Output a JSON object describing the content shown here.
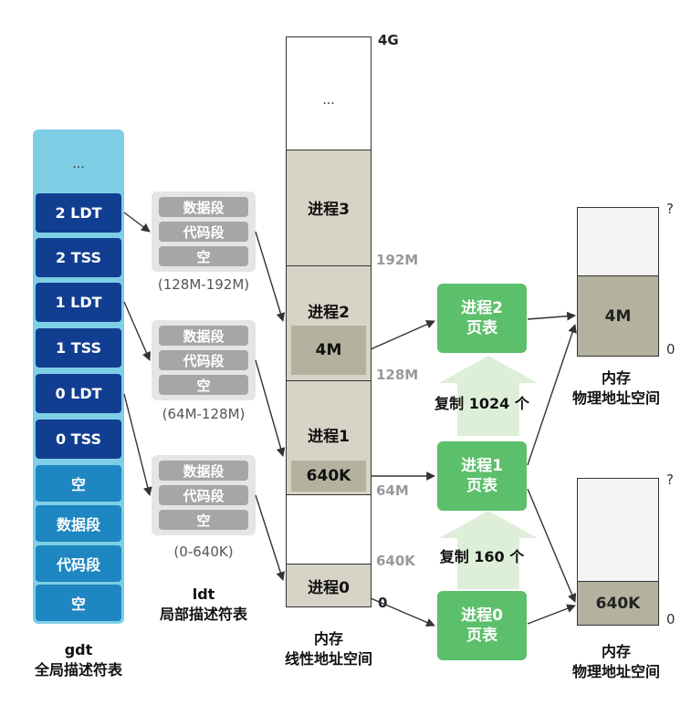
{
  "gdt": {
    "rows": [
      "...",
      "2 LDT",
      "2 TSS",
      "1 LDT",
      "1 TSS",
      "0 LDT",
      "0 TSS",
      "空",
      "数据段",
      "代码段",
      "空"
    ],
    "caption_line1": "gdt",
    "caption_line2": "全局描述符表"
  },
  "ldt": {
    "tables": [
      {
        "rows": [
          "数据段",
          "代码段",
          "空"
        ],
        "range": "(128M-192M)"
      },
      {
        "rows": [
          "数据段",
          "代码段",
          "空"
        ],
        "range": "(64M-128M)"
      },
      {
        "rows": [
          "数据段",
          "代码段",
          "空"
        ],
        "range": "(0-640K)"
      }
    ],
    "caption_line1": "ldt",
    "caption_line2": "局部描述符表"
  },
  "linear": {
    "top_label": "...",
    "process3": "进程3",
    "process2": "进程2",
    "process2_block": "4M",
    "process1": "进程1",
    "process1_block": "640K",
    "process0": "进程0",
    "addr_4g": "4G",
    "addr_192m": "192M",
    "addr_128m": "128M",
    "addr_64m": "64M",
    "addr_640k": "640K",
    "addr_0": "0",
    "caption_line1": "内存",
    "caption_line2": "线性地址空间"
  },
  "page_tables": {
    "pt2_line1": "进程2",
    "pt2_line2": "页表",
    "pt1_line1": "进程1",
    "pt1_line2": "页表",
    "pt0_line1": "进程0",
    "pt0_line2": "页表",
    "copy_upper": "复制 1024 个",
    "copy_lower": "复制 160 个"
  },
  "physical": {
    "top": {
      "block": "4M",
      "label_top": "?",
      "label_bottom": "0",
      "caption_line1": "内存",
      "caption_line2": "物理地址空间"
    },
    "bottom": {
      "block": "640K",
      "label_top": "?",
      "label_bottom": "0",
      "caption_line1": "内存",
      "caption_line2": "物理地址空间"
    }
  }
}
